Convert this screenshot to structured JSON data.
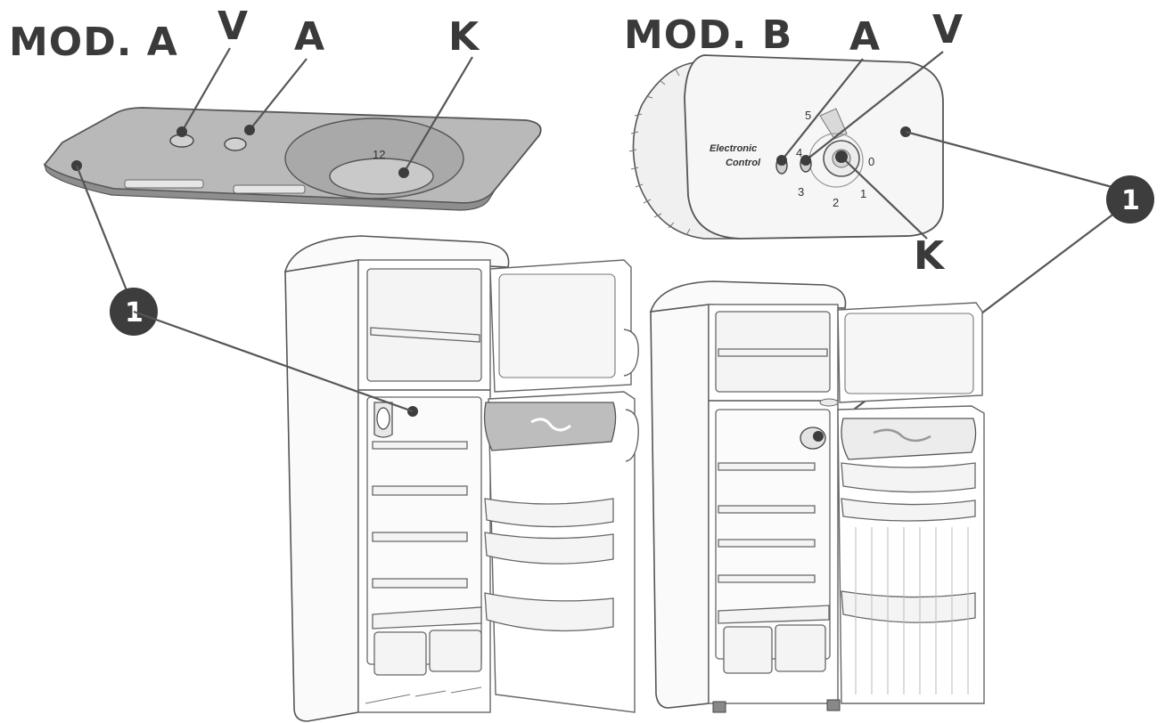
{
  "model_a": {
    "title": "MOD. A",
    "label_v": "V",
    "label_a": "A",
    "label_k": "K",
    "dial_value": "12"
  },
  "model_b": {
    "title": "MOD. B",
    "label_a": "A",
    "label_v": "V",
    "label_k": "K",
    "panel_line1": "Electronic",
    "panel_line2": "Control",
    "dial_numbers": [
      "5",
      "4",
      "3",
      "2",
      "1",
      "0"
    ]
  },
  "callouts": {
    "left": "1",
    "right": "1"
  },
  "colors": {
    "callout_fill": "#3d3d3d",
    "label_text": "#3a3a3a",
    "panel_a_fill": "#b9b9b9"
  }
}
